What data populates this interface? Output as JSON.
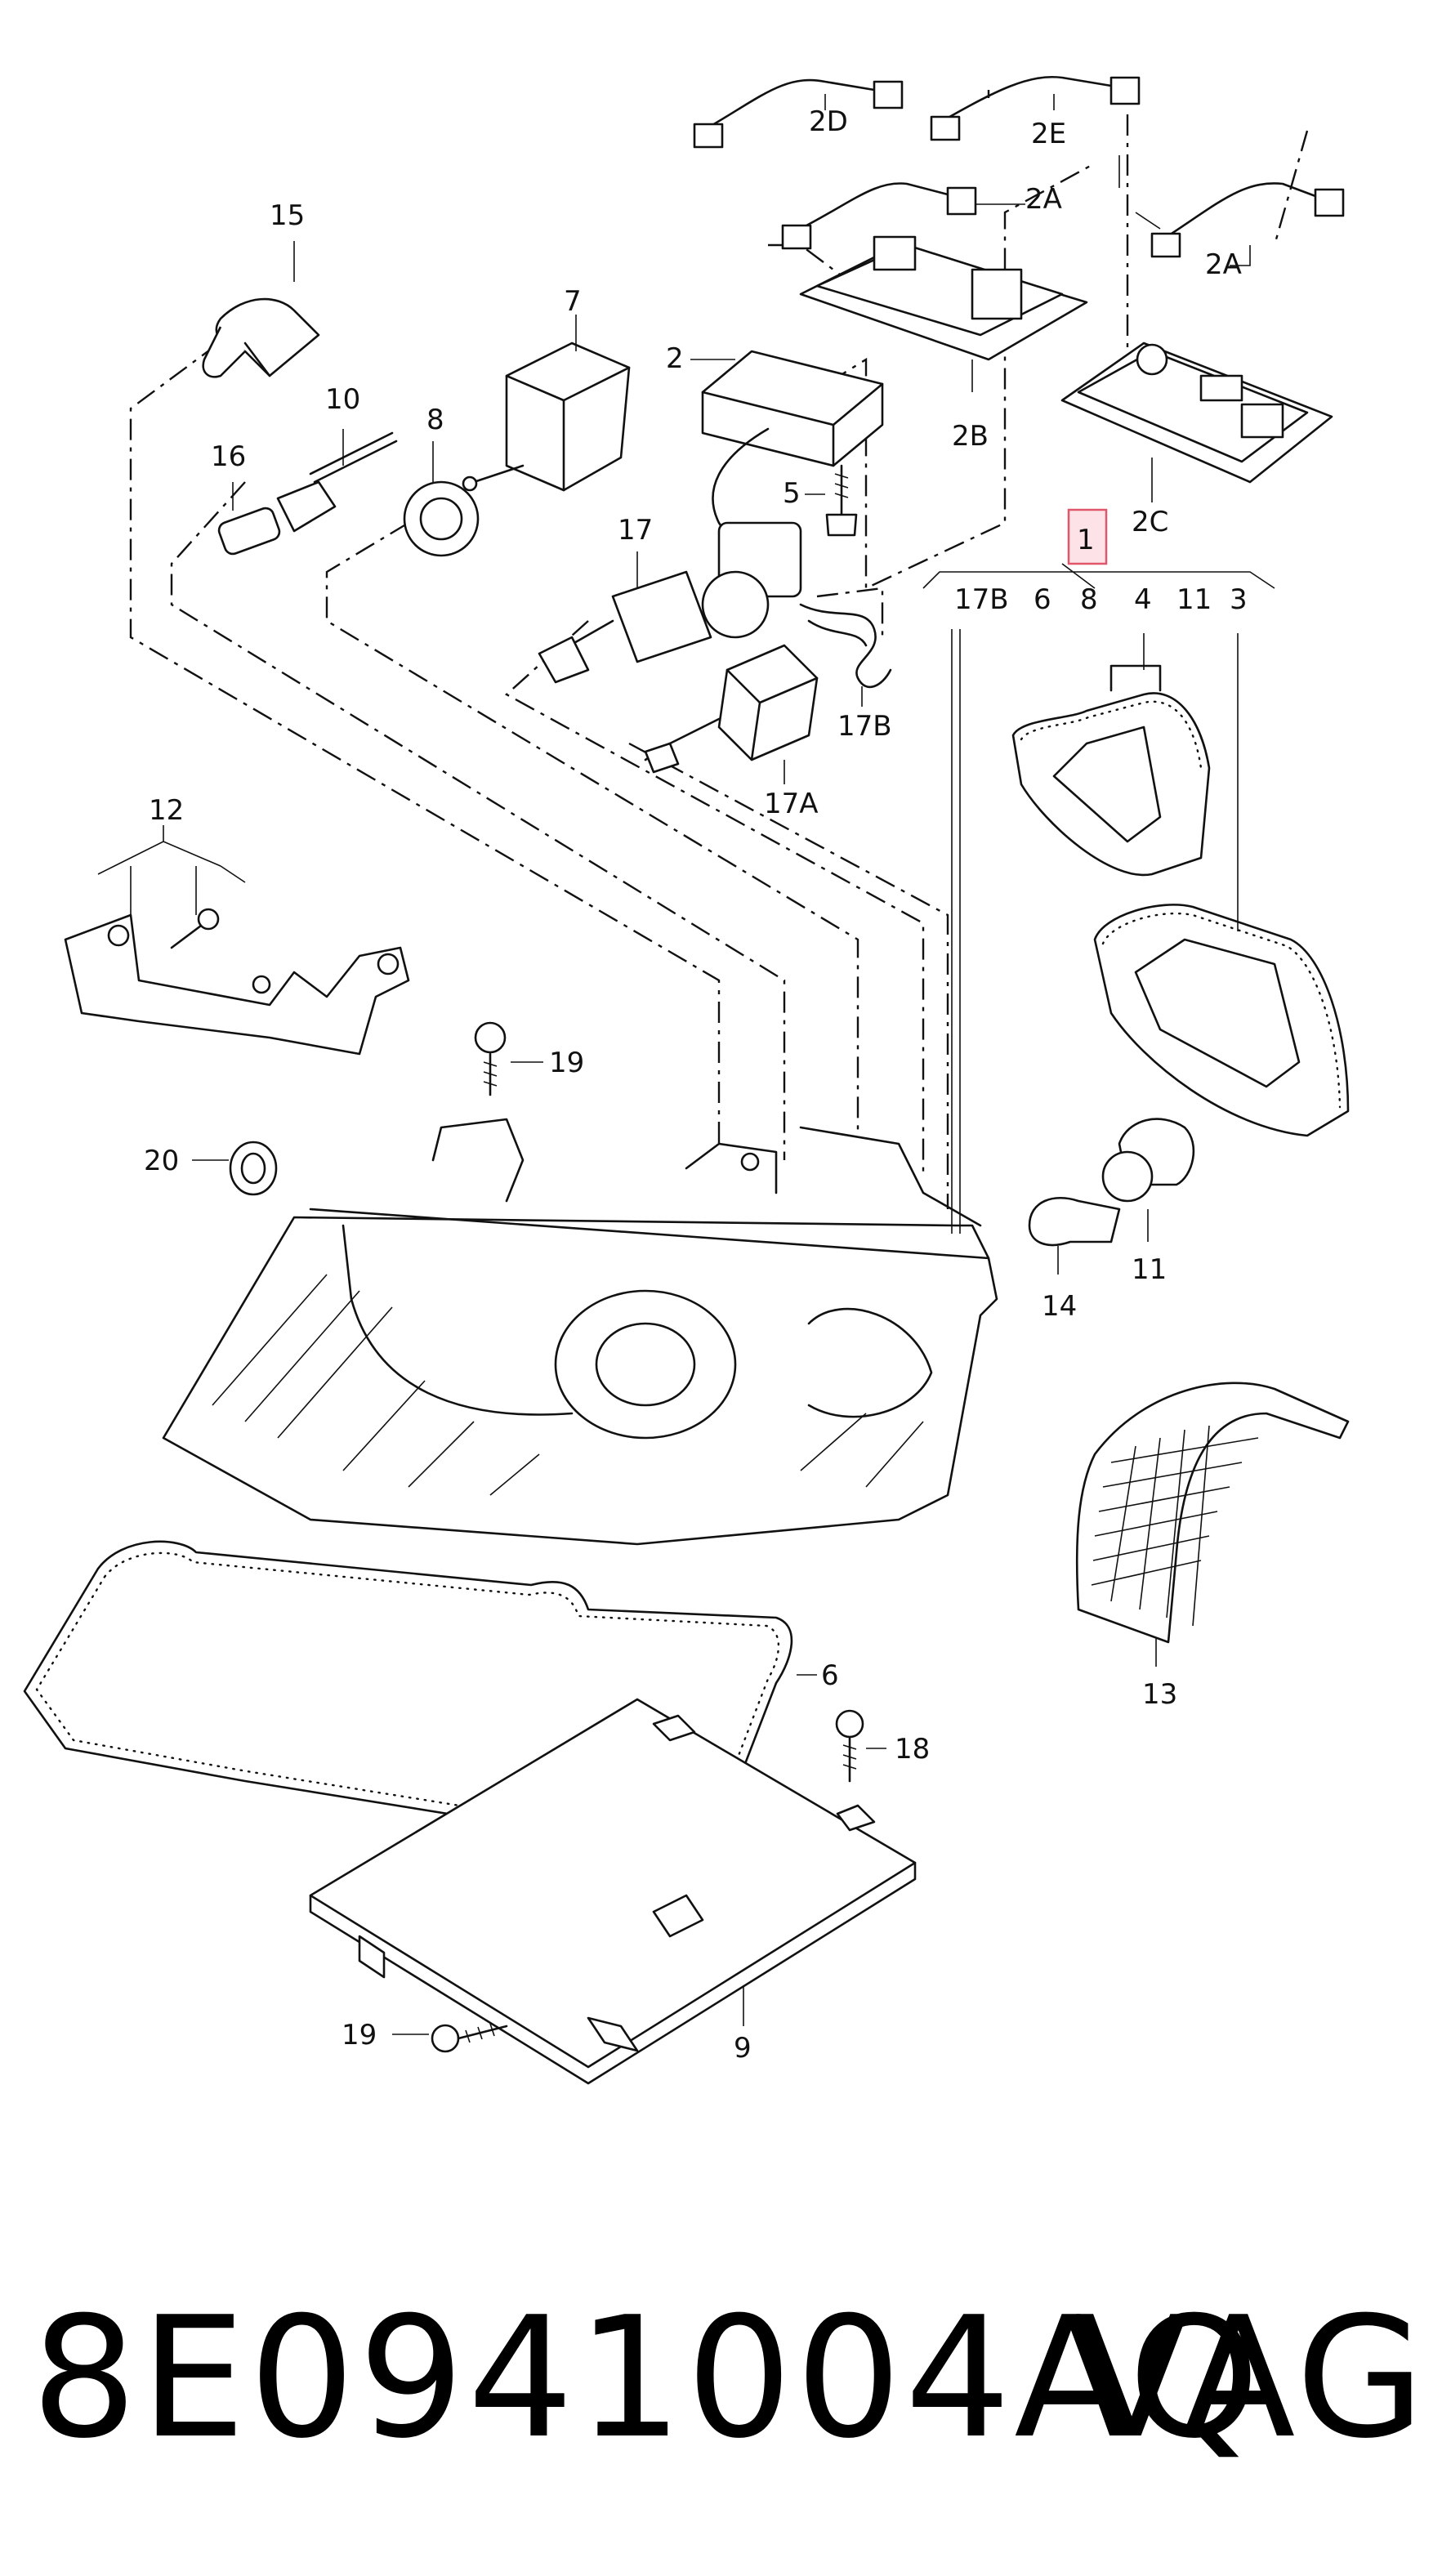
{
  "callouts": {
    "c1": "1",
    "c2": "2",
    "c2A_top": "2A",
    "c2A_right": "2A",
    "c2B": "2B",
    "c2C": "2C",
    "c2D": "2D",
    "c2E": "2E",
    "c3": "3",
    "c4": "4",
    "c5": "5",
    "c6_group": "6",
    "c6_gasket": "6",
    "c7": "7",
    "c8_top": "8",
    "c8_group": "8",
    "c9": "9",
    "c10": "10",
    "c11_group": "11",
    "c11": "11",
    "c12": "12",
    "c13": "13",
    "c14": "14",
    "c15": "15",
    "c16": "16",
    "c17": "17",
    "c17A": "17A",
    "c17B": "17B",
    "c17B_group": "17B",
    "c18": "18",
    "c19_top": "19",
    "c19_bottom": "19",
    "c20": "20"
  },
  "footer": {
    "part_number": "8E0941004AQ",
    "brand": "VAG"
  },
  "colors": {
    "line": "#111111",
    "highlight_stroke": "#e0566a",
    "highlight_fill": "#fde3e8"
  }
}
